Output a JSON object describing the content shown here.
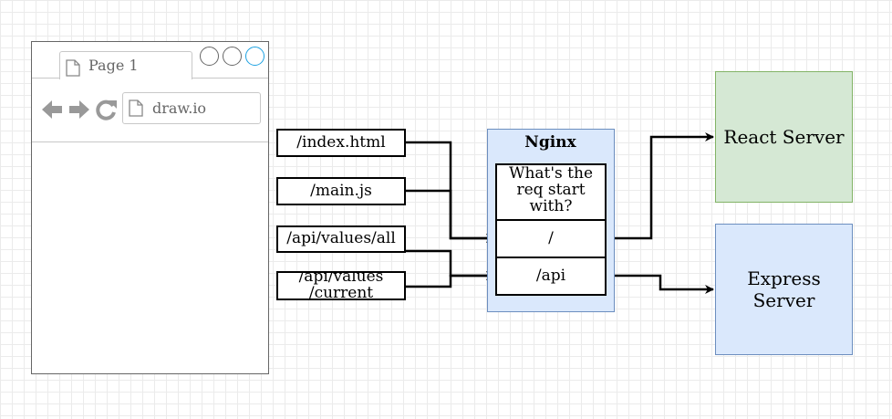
{
  "browser": {
    "tab_label": "Page 1",
    "url": "draw.io"
  },
  "requests": [
    {
      "label": "/index.html"
    },
    {
      "label": "/main.js"
    },
    {
      "label": "/api/values/all"
    },
    {
      "label": "/api/values\n/current"
    }
  ],
  "nginx": {
    "title": "Nginx",
    "question": "What's the req start with?",
    "route_root": "/",
    "route_api": "/api"
  },
  "servers": {
    "react": "React Server",
    "express": "Express\nServer"
  },
  "colors": {
    "nginx_fill": "#dae8fc",
    "nginx_stroke": "#6c8ebf",
    "react_fill": "#d5e8d4",
    "react_stroke": "#82b366",
    "express_fill": "#dae8fc",
    "express_stroke": "#6c8ebf",
    "window_button_active": "#1ba1e2"
  },
  "icons": [
    "page-icon",
    "arrow-left-icon",
    "arrow-right-icon",
    "refresh-icon",
    "window-button-icon"
  ]
}
